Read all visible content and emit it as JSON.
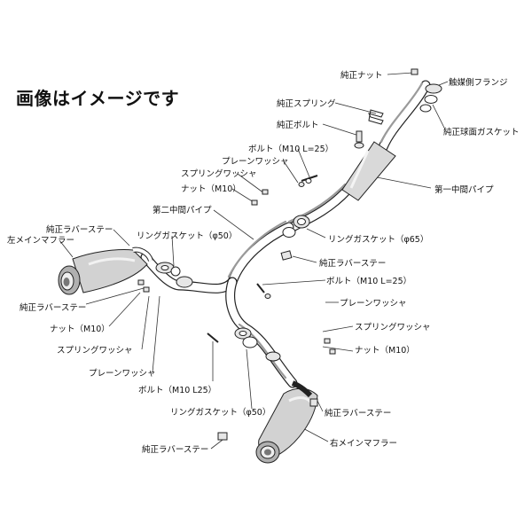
{
  "page": {
    "note": "画像はイメージです"
  },
  "colors": {
    "ink": "#222222",
    "muffler_body": "#d2d2d2",
    "muffler_tip": "#b0b0b0",
    "part_fill": "#e6e6e6"
  },
  "labels": {
    "stock_nut_top": "純正ナット",
    "catalyst_flange": "触媒側フランジ",
    "stock_spring": "純正スプリング",
    "stock_bolt": "純正ボルト",
    "stock_spherical_gasket": "純正球面ガスケット",
    "bolt_m10_l25_top": "ボルト（M10 L=25）",
    "plain_washer_top": "プレーンワッシャ",
    "spring_washer_top": "スプリングワッシャ",
    "nut_m10_top": "ナット（M10）",
    "first_mid_pipe": "第一中間パイプ",
    "second_mid_pipe": "第二中間パイプ",
    "ring_gasket_50_left": "リングガスケット（φ50）",
    "ring_gasket_65": "リングガスケット（φ65）",
    "stock_rubber_stay_left_top": "純正ラバーステー",
    "left_main_muffler": "左メインマフラー",
    "stock_rubber_stay_center": "純正ラバーステー",
    "bolt_m10_l25_right": "ボルト（M10 L=25）",
    "stock_rubber_stay_left_bottom": "純正ラバーステー",
    "plain_washer_right": "プレーンワッシャ",
    "nut_m10_left": "ナット（M10）",
    "spring_washer_right": "スプリングワッシャ",
    "spring_washer_left": "スプリングワッシャ",
    "nut_m10_right": "ナット（M10）",
    "plain_washer_left": "プレーンワッシャ",
    "bolt_m10_l25_left": "ボルト（M10 L25）",
    "ring_gasket_50_bottom": "リングガスケット（φ50）",
    "stock_rubber_stay_right": "純正ラバーステー",
    "right_main_muffler": "右メインマフラー",
    "stock_rubber_stay_bottom": "純正ラバーステー"
  }
}
